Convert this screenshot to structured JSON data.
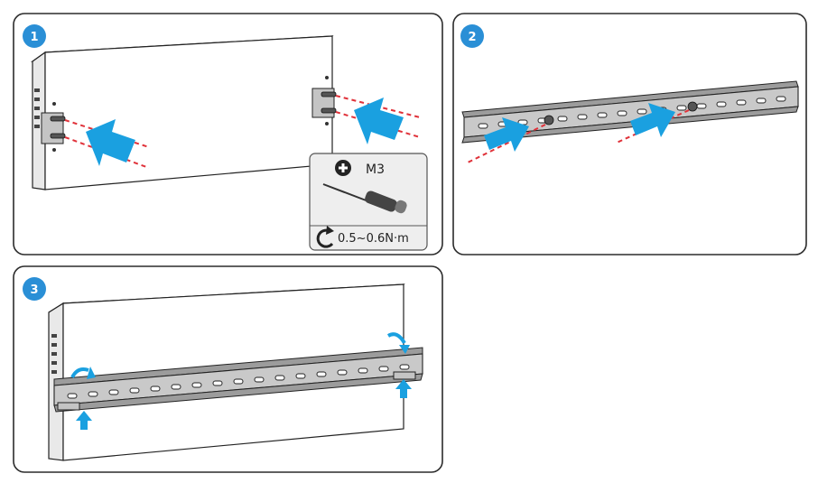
{
  "steps": [
    {
      "number": "1"
    },
    {
      "number": "2"
    },
    {
      "number": "3"
    }
  ],
  "tool": {
    "screw_label": "M3",
    "torque_label": "0.5~0.6N·m",
    "icons": [
      "phillips-head-icon",
      "screwdriver-icon",
      "rotate-clockwise-icon"
    ]
  },
  "colors": {
    "badge": "#2a8fd6",
    "arrow": "#1aa0e0",
    "dashed_line": "#e0323a"
  }
}
